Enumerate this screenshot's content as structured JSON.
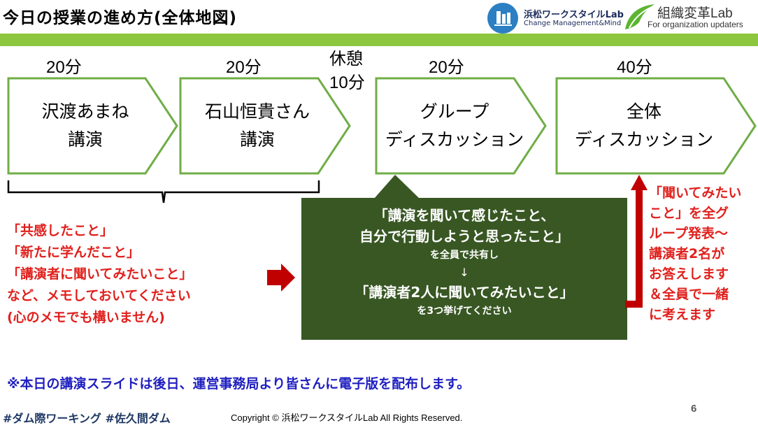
{
  "header": {
    "title": "今日の授業の進め方(全体地図)",
    "logo1_name": "浜松ワークスタイルLab",
    "logo1_sub": "Change Management&Mind",
    "logo2_name": "組織変革Lab",
    "logo2_sub": "For organization updaters"
  },
  "timeline": {
    "steps": [
      {
        "duration": "20分",
        "line1": "沢渡あまね",
        "line2": "講演"
      },
      {
        "duration": "20分",
        "line1": "石山恒貴さん",
        "line2": "講演"
      },
      {
        "duration": "20分",
        "line1": "グループ",
        "line2": "ディスカッション"
      },
      {
        "duration": "40分",
        "line1": "全体",
        "line2": "ディスカッション"
      }
    ],
    "break_line1": "休憩",
    "break_line2": "10分"
  },
  "left_notes": [
    "「共感したこと」",
    "「新たに学んだこと」",
    "「講演者に聞いてみたいこと」",
    "など、メモしておいてください",
    "(心のメモでも構いません)"
  ],
  "center_box": {
    "line1": "「講演を聞いて感じたこと、",
    "line2": "自分で行動しようと思ったこと」",
    "line3": "を全員で共有し",
    "arrow": "↓",
    "line4": "「講演者2人に聞いてみたいこと」",
    "line5": "を3つ挙げてください"
  },
  "right_notes": [
    "「聞いてみたい",
    "こと」を全グ",
    "ループ発表～",
    "講演者2名が",
    "お答えします",
    "＆全員で一緒",
    "に考えます"
  ],
  "footer": {
    "note": "※本日の講演スライドは後日、運営事務局より皆さんに電子版を配布します。",
    "hashtags": "#ダム際ワーキング #佐久間ダム",
    "copyright": "Copyright © 浜松ワークスタイルLab  All Rights Reserved.",
    "page": "6"
  },
  "colors": {
    "accent_green": "#8dc63f",
    "arrow_border": "#70ad47",
    "dark_box": "#385723",
    "red": "#e0201c",
    "note_blue": "#1f1fc0"
  }
}
